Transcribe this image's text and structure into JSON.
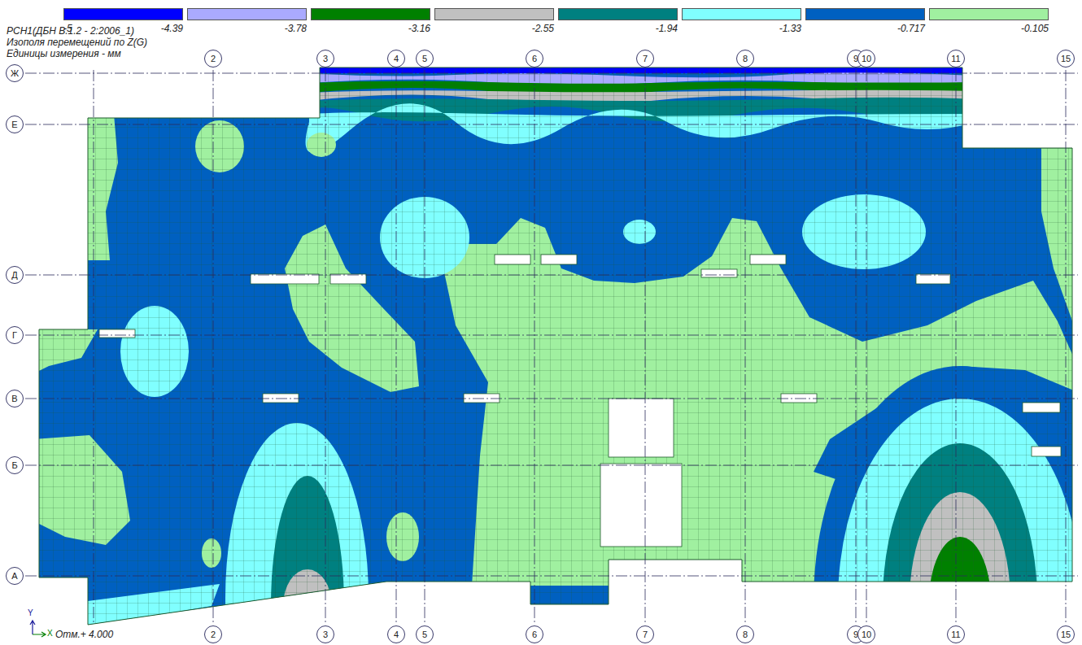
{
  "diagram": {
    "nodes": [
      {
        "text": [
          "2"
        ]
      },
      {
        "text": [
          "3"
        ]
      },
      {
        "text": [
          "4"
        ]
      },
      {
        "text": [
          "5"
        ]
      },
      {
        "text": [
          "6"
        ]
      },
      {
        "text": [
          "7"
        ]
      },
      {
        "text": [
          "8"
        ]
      },
      {
        "text": [
          "9"
        ]
      },
      {
        "text": [
          "10"
        ]
      },
      {
        "text": [
          "11"
        ]
      },
      {
        "text": [
          "15"
        ]
      },
      {
        "text": [
          "Ж"
        ]
      },
      {
        "text": [
          "Е"
        ]
      },
      {
        "text": [
          "Д"
        ]
      },
      {
        "text": [
          "Г"
        ]
      },
      {
        "text": [
          "В"
        ]
      },
      {
        "text": [
          "Б"
        ]
      },
      {
        "text": [
          "А"
        ]
      },
      {
        "text": [
          "2"
        ]
      },
      {
        "text": [
          "3"
        ]
      },
      {
        "text": [
          "4"
        ]
      },
      {
        "text": [
          "5"
        ]
      },
      {
        "text": [
          "6"
        ]
      },
      {
        "text": [
          "7"
        ]
      },
      {
        "text": [
          "8"
        ]
      },
      {
        "text": [
          "9"
        ]
      },
      {
        "text": [
          "10"
        ]
      },
      {
        "text": [
          "11"
        ]
      },
      {
        "text": [
          "15"
        ]
      }
    ],
    "labels": [
      "РСН1(ДБН В.1.2 - 2:2006_1)",
      "Изополя перемещений по Z(G)",
      "Единицы измерения - мм",
      "-5",
      "Отм.+ 4.000",
      "Y",
      "X"
    ],
    "legend": [
      {
        "text": "-4.39",
        "color": "#0000ff"
      },
      {
        "text": "-3.78",
        "color": "#aaaaff"
      },
      {
        "text": "-3.16",
        "color": "#008000"
      },
      {
        "text": "-2.55",
        "color": "#c0c0c0"
      },
      {
        "text": "-1.94",
        "color": "#008080"
      },
      {
        "text": "-1.33",
        "color": "#80ffff"
      },
      {
        "text": "-0.717",
        "color": "#0060c0"
      },
      {
        "text": "-0.105",
        "color": "#a0f0a0"
      }
    ]
  }
}
